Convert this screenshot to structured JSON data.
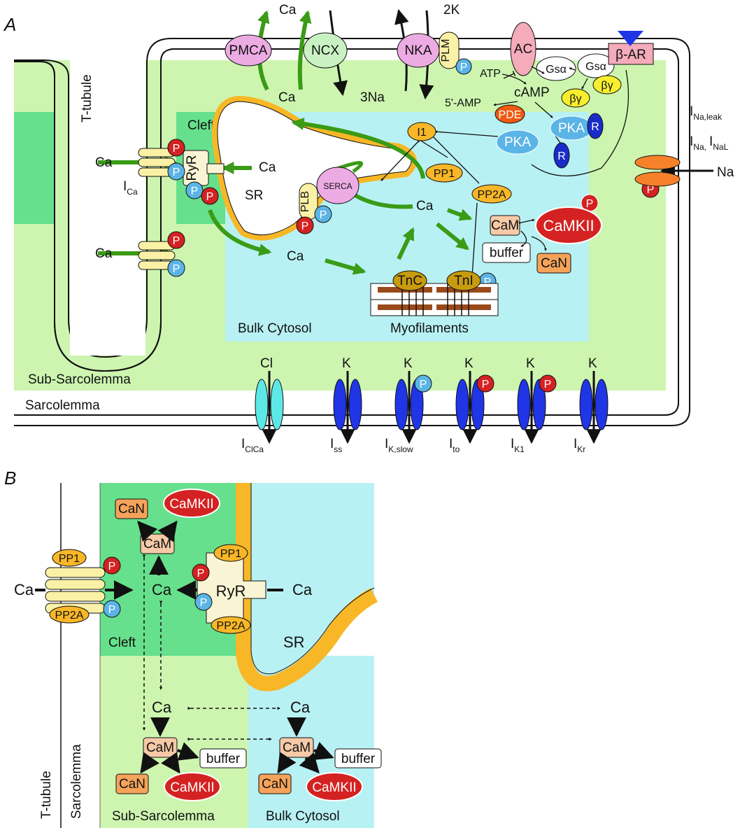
{
  "colors": {
    "sub_sarcolemma": "#cdf5b0",
    "cleft": "#66e08c",
    "bulk_cytosol": "#b8f1f4",
    "sr": "#f8b727",
    "phospho": "#d42222",
    "dephospho": "#5bb4e6",
    "k_channel": "#1f35e6",
    "flux_arrow": "#3a9b16",
    "camkii": "#d42222",
    "can": "#f5a35a",
    "cam": "#f6c9a7"
  },
  "panels": {
    "a": "A",
    "b": "B"
  },
  "a": {
    "labels": {
      "t_tubule": "T-tubule",
      "cleft": "Cleft",
      "sr": "SR",
      "bulk_cytosol": "Bulk Cytosol",
      "myofilaments": "Myofilaments",
      "sub_sarcolemma": "Sub-Sarcolemma",
      "sarcolemma": "Sarcolemma"
    },
    "proteins": {
      "pmca": "PMCA",
      "ncx": "NCX",
      "nka": "NKA",
      "plm": "PLM",
      "ac": "AC",
      "gsa1": "Gsα",
      "gsa2": "Gsα",
      "bg1": "βγ",
      "bg2": "βγ",
      "beta_ar": "β-AR",
      "pde": "PDE",
      "pka1": "PKA",
      "pka2": "PKA",
      "r": "R",
      "i1": "I1",
      "pp1": "PP1",
      "pp2a": "PP2A",
      "ryr": "RyR",
      "plb": "PLB",
      "serca": "SERCA",
      "cam": "CaM",
      "camkii": "CaMKII",
      "buffer": "buffer",
      "can": "CaN",
      "tnc": "TnC",
      "tni": "TnI",
      "p": "P"
    },
    "ions": {
      "ca": "Ca",
      "two_k": "2K",
      "three_na": "3Na",
      "na": "Na",
      "cl": "Cl",
      "k": "K"
    },
    "metabolites": {
      "atp": "ATP",
      "camp": "cAMP",
      "five_amp": "5'-AMP"
    },
    "currents": {
      "ica": {
        "main": "I",
        "sub": "Ca"
      },
      "ina_leak": {
        "main": "I",
        "sub": "Na,leak"
      },
      "ina_1": {
        "main": "I",
        "sub": "Na,"
      },
      "ina_2": {
        "main": "I",
        "sub": "NaL"
      },
      "iclca": {
        "main": "I",
        "sub": "ClCa"
      },
      "iss": {
        "main": "I",
        "sub": "ss"
      },
      "ikslow": {
        "main": "I",
        "sub": "K,slow"
      },
      "ito": {
        "main": "I",
        "sub": "to"
      },
      "ik1": {
        "main": "I",
        "sub": "K1"
      },
      "ikr": {
        "main": "I",
        "sub": "Kr"
      }
    }
  },
  "b": {
    "labels": {
      "t_tubule": "T-tubule",
      "sarcolemma": "Sarcolemma",
      "cleft": "Cleft",
      "sr": "SR",
      "sub_sarcolemma": "Sub-Sarcolemma",
      "bulk_cytosol": "Bulk Cytosol"
    },
    "proteins": {
      "pp1": "PP1",
      "pp2a": "PP2A",
      "ryr": "RyR",
      "cam": "CaM",
      "can": "CaN",
      "camkii": "CaMKII",
      "buffer": "buffer",
      "p": "P"
    },
    "ions": {
      "ca": "Ca"
    }
  }
}
